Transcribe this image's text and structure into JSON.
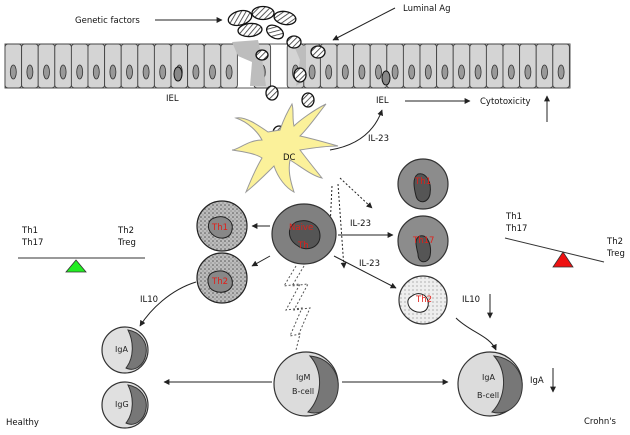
{
  "labels": {
    "genetic_factors": "Genetic factors",
    "luminal_ag": "Luminal Ag",
    "iel_left": "IEL",
    "iel_right": "IEL",
    "cytotoxicity": "Cytotoxicity",
    "dc": "DC",
    "il23_top": "IL-23",
    "il23_mid": "IL-23",
    "il23_low": "IL-23",
    "il10_left": "IL10",
    "il10_right": "IL10",
    "iga_right_arrow": "IgA",
    "healthy": "Healthy",
    "crohns": "Crohn's"
  },
  "balance_left": {
    "top_left": "Th1",
    "bottom_left": "Th17",
    "top_right": "Th2",
    "bottom_right": "Treg",
    "triangle_color": "#22ee22"
  },
  "balance_right": {
    "top_left": "Th1",
    "bottom_left": "Th17",
    "top_right": "Th2",
    "bottom_right": "Treg",
    "triangle_color": "#ee1111"
  },
  "cells": {
    "naive_line1": "Naive",
    "naive_line2": "Th",
    "left_th1": "Th1",
    "left_th2": "Th2",
    "right_th1": "Th1",
    "right_th17": "Th17",
    "right_th2": "Th2",
    "plasma_iga": "IgA",
    "plasma_igg": "IgG",
    "bcell_igm": "IgM",
    "bcell_igm_label": "B-cell",
    "bcell_iga": "IgA",
    "bcell_iga_label": "B-cell"
  },
  "colors": {
    "dc_fill": "#fbf19a",
    "accent_red": "#e0201a",
    "epithelium": "#d4d4d4"
  }
}
